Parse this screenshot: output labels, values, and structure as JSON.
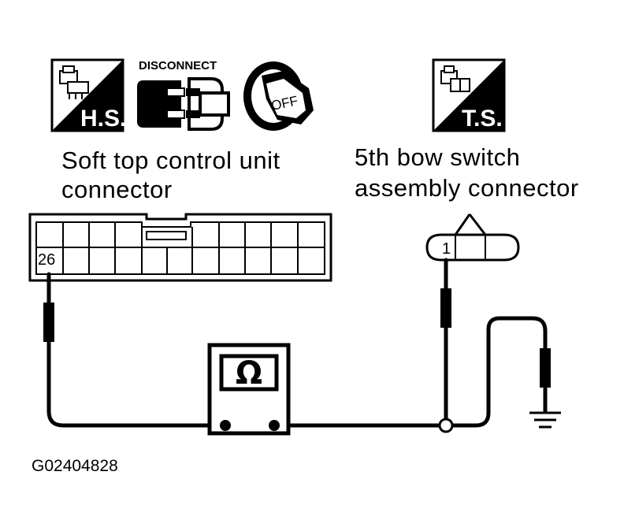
{
  "icons": {
    "hs": {
      "label": "H.S.",
      "icon": "harness-side-connector-icon"
    },
    "disconnect": {
      "label": "DISCONNECT",
      "icon": "disconnect-connector-icon"
    },
    "ignition": {
      "label": "OFF",
      "icon": "ignition-key-off-icon"
    },
    "ts": {
      "label": "T.S.",
      "icon": "terminal-side-connector-icon"
    }
  },
  "connector_left": {
    "label_line1": "Soft top control unit",
    "label_line2": "connector",
    "pin": "26"
  },
  "connector_right": {
    "label_line1": "5th bow switch",
    "label_line2": "assembly connector",
    "pin": "1"
  },
  "meter": {
    "symbol": "Ω",
    "icon": "ohmmeter-icon"
  },
  "ground": {
    "icon": "ground-symbol-icon"
  },
  "figure_code": "G02404828"
}
